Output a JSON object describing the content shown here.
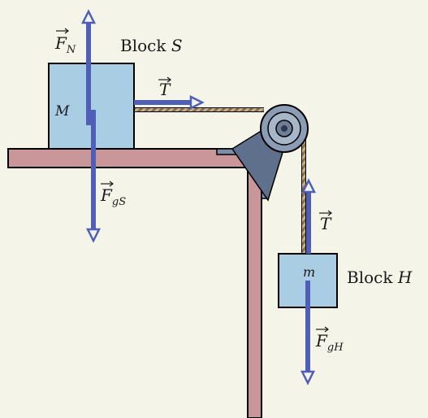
{
  "figure": {
    "block_s": {
      "mass_label": "M",
      "name_prefix": "Block ",
      "name_letter": "S"
    },
    "block_h": {
      "mass_label": "m",
      "name_prefix": "Block ",
      "name_letter": "H"
    },
    "forces": {
      "normal": {
        "symbol": "F",
        "subscript": "N"
      },
      "tension_s": {
        "symbol": "T"
      },
      "tension_h": {
        "symbol": "T"
      },
      "gravity_s": {
        "symbol": "F",
        "subscript": "gS"
      },
      "gravity_h": {
        "symbol": "F",
        "subscript": "gH"
      }
    },
    "colors": {
      "background": "#f5f4e8",
      "block": "#a9cde2",
      "table": "#c9979a",
      "vector": "#4f5fb8",
      "pulley": "#6e7f97",
      "rope": "#a78d68"
    }
  }
}
